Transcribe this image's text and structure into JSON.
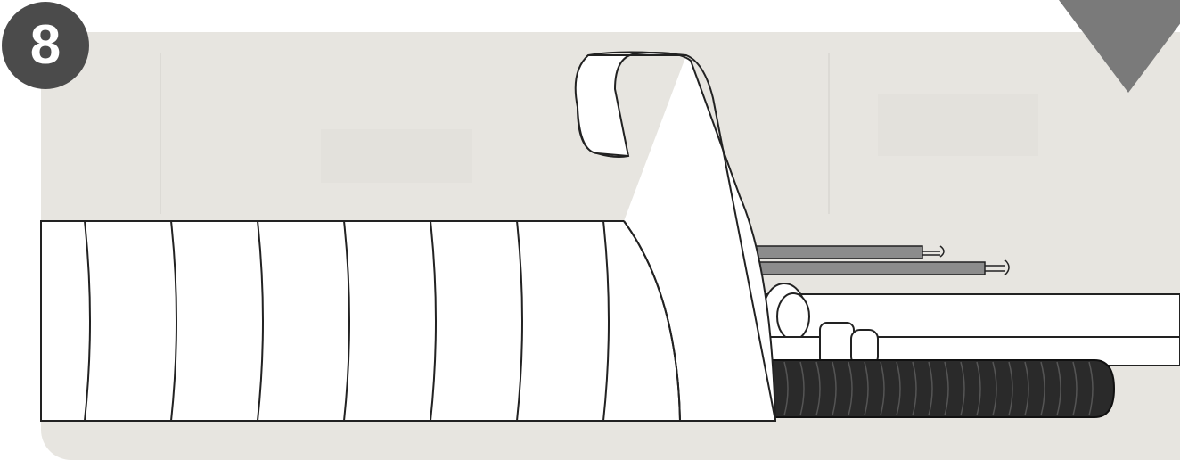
{
  "step": {
    "number": "8"
  },
  "illustration": {
    "subject": "taped-bundle",
    "tape_wraps_count": 7,
    "colors": {
      "panel_background": "#e7e5e0",
      "tape": "#ffffff",
      "outline": "#222222",
      "grey_wires": "#8c8c8c",
      "black_cable": "#2a2a2a",
      "corner_marker": "#7a7a7a",
      "badge": "#4b4b4b"
    },
    "icons": [
      "step-badge",
      "corner-triangle-marker"
    ]
  }
}
